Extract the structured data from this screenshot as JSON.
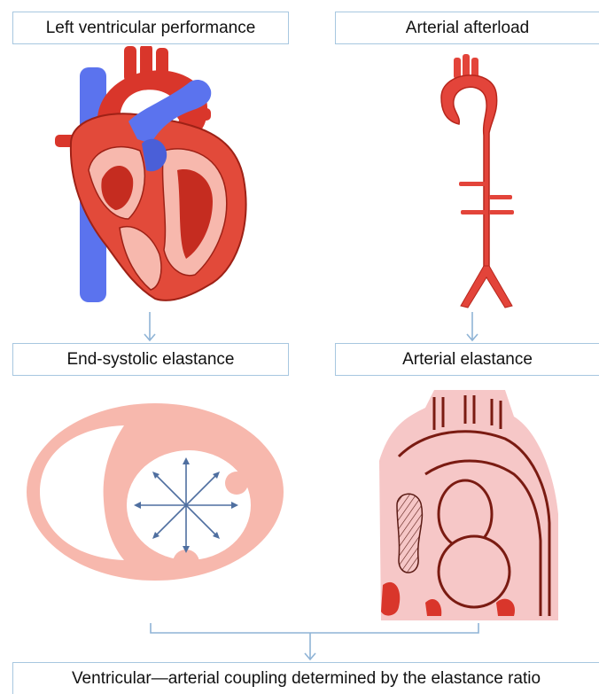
{
  "boxes": {
    "left_top": "Left ventricular performance",
    "right_top": "Arterial afterload",
    "left_mid": "End-systolic elastance",
    "right_mid": "Arterial elastance",
    "bottom": "Ventricular—arterial coupling determined by the elastance ratio"
  },
  "illustrations": {
    "heart": "heart-icon",
    "aorta": "aorta-icon",
    "ventricle_cross_section": "ventricle-cross-section-icon",
    "aortic_arch_section": "aortic-arch-section-icon"
  },
  "colors": {
    "box_border": "#a7c7e0",
    "arrow": "#8fb4d6",
    "heart_red": "#d9362b",
    "heart_dark": "#9e2116",
    "vein_blue": "#5b73ee",
    "tissue_pink": "#f7b8ad",
    "light_pink": "#f6c7c7"
  }
}
